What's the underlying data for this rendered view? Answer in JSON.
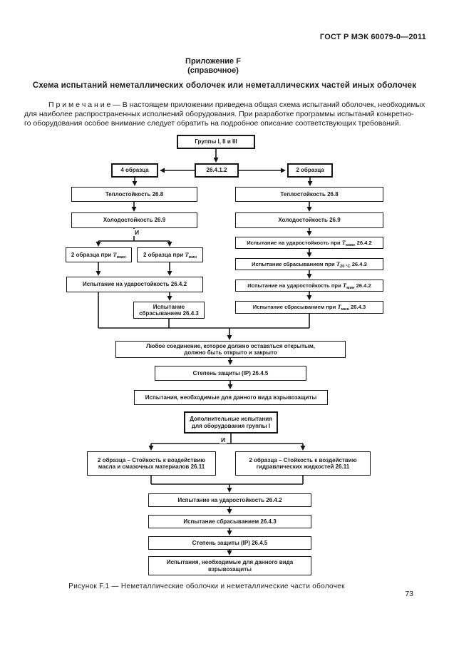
{
  "page": {
    "header": "ГОСТ Р МЭК 60079-0—2011",
    "page_number": "73",
    "caption": "Рисунок  F.1 — Неметаллические оболочки и неметаллические части оболочек"
  },
  "appendix": {
    "label": "Приложение F",
    "kind": "(справочное)",
    "title": "Схема испытаний  неметаллических оболочек или неметаллических частей иных оболочек"
  },
  "note": {
    "line1": "П р и м е ч а н и е — В настоящем приложении приведена общая схема испытаний оболочек, необходимых",
    "line2": "для наиболее распространенных  исполнений оборудования. При разработке программы испытаний конкретно-",
    "line3": "го оборудования особое внимание следует обратить на подробное описание соответствующих требований."
  },
  "flowchart": {
    "groups": "Группы I, II и III",
    "ref": "26.4.1.2",
    "samples4": "4 образца",
    "samples2": "2 образца",
    "heat_l": "Теплостойкость 26.8",
    "cold_l": "Холодостойкость 26.9",
    "heat_r": "Теплостойкость 26.8",
    "cold_r": "Холодостойкость 26.9",
    "and1": "И",
    "and2": "И",
    "sub_tmax": {
      "pre": "2 образца при ",
      "t": "Т",
      "sub": "макс"
    },
    "sub_tmin": {
      "pre": "2 образца при ",
      "t": "Т",
      "sub": "мин"
    },
    "impact_l": "Испытание на ударостойкость 26.4.2",
    "drop_l_1": "Испытание",
    "drop_l_2": "сбрасыванием 26.4.3",
    "r1": {
      "pre": "Испытание на ударостойкость при ",
      "t": "Т",
      "sub": "макс",
      "post": " 26.4.2"
    },
    "r2": {
      "pre": "Испытание сбрасыванием при ",
      "t": "Т",
      "sub": "20 °С",
      "post": " 26.4.3"
    },
    "r3": {
      "pre": "Испытание на ударостойкость при ",
      "t": "Т",
      "sub": "мин",
      "post": " 26.4.2"
    },
    "r4": {
      "pre": "Испытание сбрасыванием при ",
      "t": "Т",
      "sub": "мин",
      "post": " 26.4.3"
    },
    "joint_1": "Любое соединение, которое должно оставаться открытым,",
    "joint_2": "должно быть открыто и закрыто",
    "ip1": "Степень защиты (IP) 26.4.5",
    "type_tests1": "Испытания, необходимые для данного вида взрывозащиты",
    "additional_1": "Дополнительные испытания",
    "additional_2": "для оборудования группы I",
    "oil_1": "2 образца – Стойкость к воздействию",
    "oil_2": "масла и смазочных материалов 26.11",
    "hydraulic_1": "2 образца – Стойкость к воздействию",
    "hydraulic_2": "гидравлических жидкостей 26.11",
    "impact_b": "Испытание на ударостойкость 26.4.2",
    "drop_b": "Испытание сбрасыванием 26.4.3",
    "ip2": "Степень защиты (IP) 26.4.5",
    "type_tests2_1": "Испытания, необходимые для данного вида",
    "type_tests2_2": "взрывозащиты"
  }
}
